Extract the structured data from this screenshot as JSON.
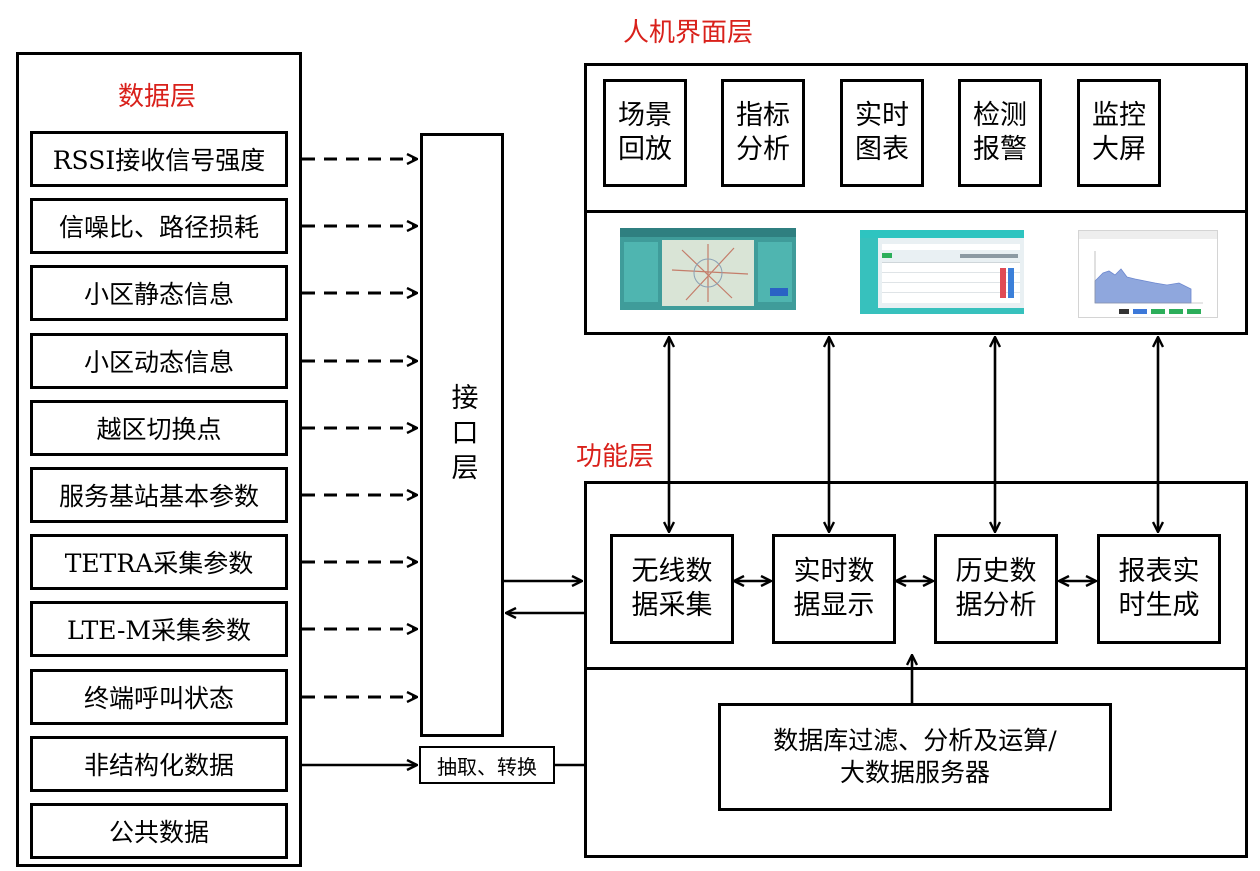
{
  "data_layer": {
    "title": "数据层",
    "items": [
      "RSSI接收信号强度",
      "信噪比、路径损耗",
      "小区静态信息",
      "小区动态信息",
      "越区切换点",
      "服务基站基本参数",
      "TETRA采集参数",
      "LTE-M采集参数",
      "终端呼叫状态",
      "非结构化数据",
      "公共数据"
    ]
  },
  "interface_layer": {
    "label": "接口层"
  },
  "extract": {
    "label": "抽取、转换"
  },
  "ui_layer": {
    "title": "人机界面层",
    "modules": [
      "场景\n回放",
      "指标\n分析",
      "实时\n图表",
      "检测\n报警",
      "监控\n大屏"
    ]
  },
  "function_layer": {
    "title": "功能层",
    "modules": [
      "无线数\n据采集",
      "实时数\n据显示",
      "历史数\n据分析",
      "报表实\n时生成"
    ],
    "db_server": "数据库过滤、分析及运算/\n大数据服务器"
  },
  "colors": {
    "title_red": "#d9211b",
    "line": "#000000"
  }
}
